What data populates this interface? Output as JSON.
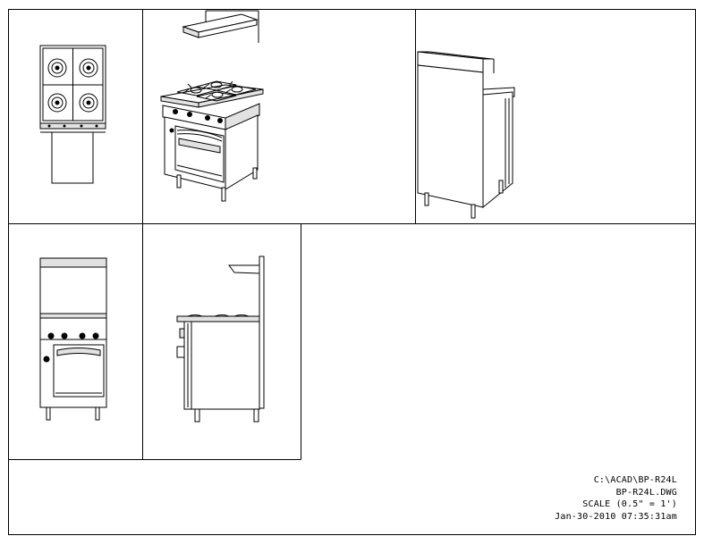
{
  "title_block": {
    "path": "C:\\ACAD\\BP-R24L",
    "file": "BP-R24L.DWG",
    "scale": "SCALE (0.5\" = 1')",
    "timestamp": "Jan-30-2010 07:35:31am"
  }
}
